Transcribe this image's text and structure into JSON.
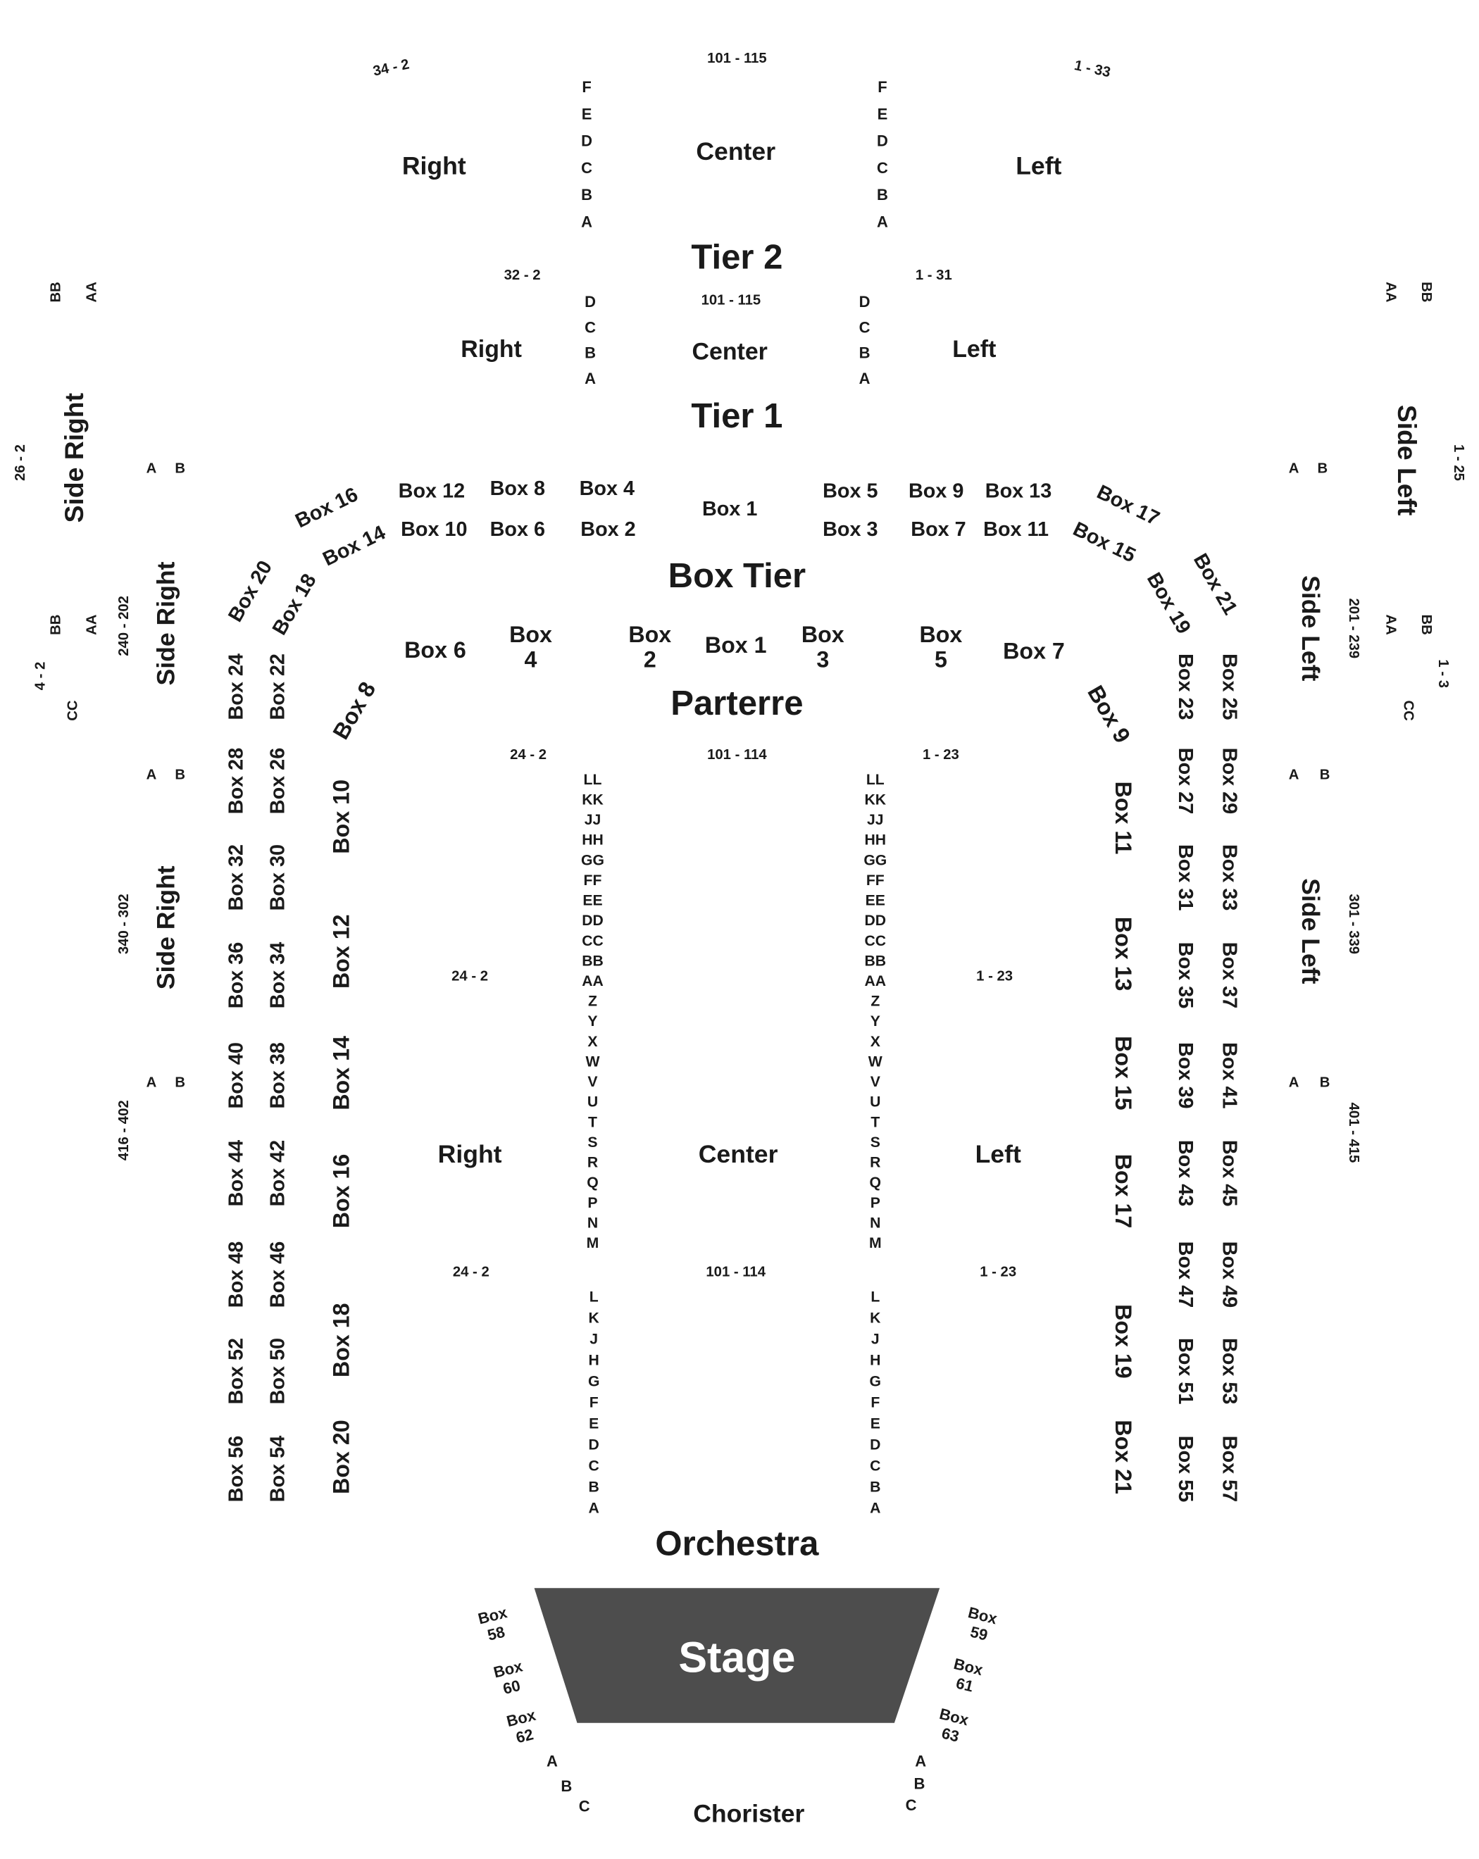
{
  "colors": {
    "text": "#1a1a1a",
    "stage_fill": "#4d4d4d",
    "stage_text": "#ffffff",
    "background": "#ffffff"
  },
  "tier2": {
    "title": "Tier 2",
    "sections": {
      "right": "Right",
      "center": "Center",
      "left": "Left"
    },
    "ranges": {
      "right": "34 - 2",
      "center": "101 - 115",
      "left": "1 - 33"
    },
    "rows_left": [
      "F",
      "E",
      "D",
      "C",
      "B",
      "A"
    ],
    "rows_right": [
      "F",
      "E",
      "D",
      "C",
      "B",
      "A"
    ],
    "side_rows": [
      "BB",
      "AA"
    ]
  },
  "tier1": {
    "title": "Tier 1",
    "sections": {
      "right": "Right",
      "center": "Center",
      "left": "Left"
    },
    "ranges": {
      "right": "32 - 2",
      "center": "101 - 115",
      "left": "1 - 31"
    },
    "rows_left": [
      "D",
      "C",
      "B",
      "A"
    ],
    "rows_right": [
      "D",
      "C",
      "B",
      "A"
    ],
    "side_right_label": "Side Right",
    "side_left_label": "Side Left",
    "side_right_range": "26 - 2",
    "side_left_range": "1 - 25",
    "side_rows": [
      "A",
      "B"
    ]
  },
  "box_tier": {
    "title": "Box Tier",
    "boxes": [
      "Box 1",
      "Box 2",
      "Box 3",
      "Box 4",
      "Box 5",
      "Box 6",
      "Box 7",
      "Box 8",
      "Box 9",
      "Box 10",
      "Box 11",
      "Box 12",
      "Box 13",
      "Box 14",
      "Box 15",
      "Box 16",
      "Box 17",
      "Box 18",
      "Box 19",
      "Box 20",
      "Box 21"
    ],
    "side_right_label": "Side Right",
    "side_left_label": "Side Left",
    "side_right_range": "240 - 202",
    "side_left_range": "201 - 239",
    "outer_right_range": "4 - 2",
    "outer_left_range": "1 - 3",
    "rows_a": [
      "BB",
      "AA"
    ],
    "row_cc": "CC"
  },
  "parterre": {
    "title": "Parterre",
    "boxes": [
      "Box 1",
      "Box 2",
      "Box 3",
      "Box 4",
      "Box 5",
      "Box 6",
      "Box 7",
      "Box 8",
      "Box 9",
      "Box 10",
      "Box 11",
      "Box 12",
      "Box 13",
      "Box 14",
      "Box 15",
      "Box 16",
      "Box 17",
      "Box 18",
      "Box 19",
      "Box 20",
      "Box 21"
    ],
    "box_word": "Box",
    "side_right_label": "Side Right",
    "side_left_label": "Side Left",
    "side_right_range": "340 - 302",
    "side_left_range": "301 - 339",
    "lower_right_range": "416 - 402",
    "lower_left_range": "401 - 415",
    "side_rows": [
      "A",
      "B"
    ]
  },
  "outer_boxes": {
    "col_right_outer": [
      "Box 24",
      "Box 28",
      "Box 32",
      "Box 36",
      "Box 40",
      "Box 44",
      "Box 48",
      "Box 52",
      "Box 56"
    ],
    "col_right_inner": [
      "Box 22",
      "Box 26",
      "Box 30",
      "Box 34",
      "Box 38",
      "Box 42",
      "Box 46",
      "Box 50",
      "Box 54"
    ],
    "col_left_inner": [
      "Box 23",
      "Box 27",
      "Box 31",
      "Box 35",
      "Box 39",
      "Box 43",
      "Box 47",
      "Box 51",
      "Box 55"
    ],
    "col_left_outer": [
      "Box 25",
      "Box 29",
      "Box 33",
      "Box 37",
      "Box 41",
      "Box 45",
      "Box 49",
      "Box 53",
      "Box 57"
    ]
  },
  "orchestra": {
    "title": "Orchestra",
    "sections": {
      "right": "Right",
      "center": "Center",
      "left": "Left"
    },
    "ranges_upper": {
      "right": "24 - 2",
      "center": "101 - 114",
      "left": "1 - 23"
    },
    "ranges_mid": {
      "right": "24 - 2",
      "left": "1 - 23"
    },
    "ranges_lower": {
      "right": "24 - 2",
      "center": "101 - 114",
      "left": "1 - 23"
    },
    "rows_upper": [
      "LL",
      "KK",
      "JJ",
      "HH",
      "GG",
      "FF",
      "EE",
      "DD",
      "CC",
      "BB",
      "AA",
      "Z",
      "Y",
      "X",
      "W",
      "V",
      "U",
      "T",
      "S",
      "R",
      "Q",
      "P",
      "N",
      "M"
    ],
    "rows_lower": [
      "L",
      "K",
      "J",
      "H",
      "G",
      "F",
      "E",
      "D",
      "C",
      "B",
      "A"
    ]
  },
  "stage": {
    "label": "Stage",
    "boxes_left": [
      [
        "Box",
        "58"
      ],
      [
        "Box",
        "60"
      ],
      [
        "Box",
        "62"
      ]
    ],
    "boxes_right": [
      [
        "Box",
        "59"
      ],
      [
        "Box",
        "61"
      ],
      [
        "Box",
        "63"
      ]
    ]
  },
  "chorister": {
    "label": "Chorister",
    "rows": [
      "A",
      "B",
      "C"
    ]
  }
}
